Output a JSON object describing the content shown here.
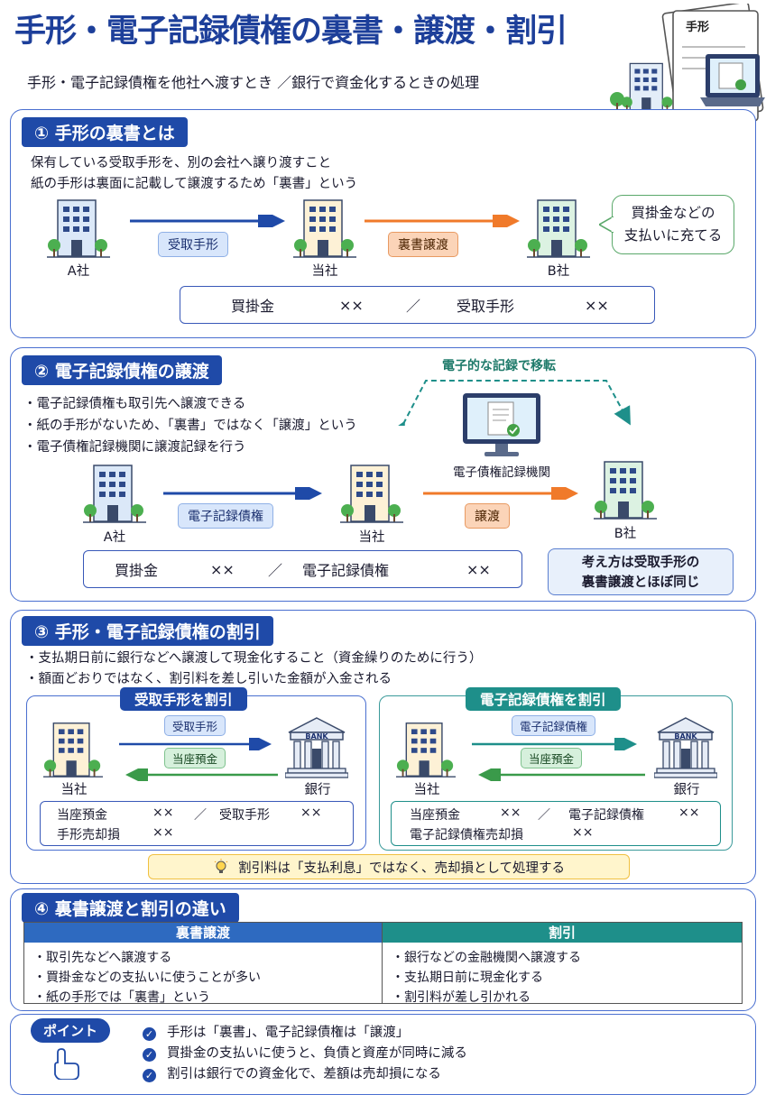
{
  "header": {
    "title": "手形・電子記録債権の裏書・譲渡・割引",
    "subtitle": "手形・電子記録債権を他社へ渡すとき ／銀行で資金化するときの処理",
    "illustration_label": "手形"
  },
  "section1": {
    "heading": "① 手形の裏書とは",
    "lines": [
      "保有している受取手形を、別の会社へ譲り渡すこと",
      "紙の手形は裏面に記載して譲渡するため「裏書」という"
    ],
    "company_a": "A社",
    "company_self": "当社",
    "company_b": "B社",
    "arrow1_label": "受取手形",
    "arrow2_label": "裏書譲渡",
    "bubble_line1": "買掛金などの",
    "bubble_line2": "支払いに充てる",
    "entry_debit": "買掛金",
    "entry_debit_amt": "××",
    "entry_sep": "／",
    "entry_credit": "受取手形",
    "entry_credit_amt": "××"
  },
  "section2": {
    "heading": "② 電子記録債権の譲渡",
    "bullets": [
      "・電子記録債権も取引先へ譲渡できる",
      "・紙の手形がないため、「裏書」ではなく「譲渡」という",
      "・電子債権記録機関に譲渡記録を行う"
    ],
    "transfer_label": "電子的な記録で移転",
    "institution_label": "電子債権記録機関",
    "company_a": "A社",
    "company_self": "当社",
    "company_b": "B社",
    "arrow1_label": "電子記録債権",
    "arrow2_label": "譲渡",
    "entry_debit": "買掛金",
    "entry_debit_amt": "××",
    "entry_sep": "／",
    "entry_credit": "電子記録債権",
    "entry_credit_amt": "××",
    "note_line1": "考え方は受取手形の",
    "note_line2": "裏書譲渡とほぼ同じ"
  },
  "section3": {
    "heading": "③ 手形・電子記録債権の割引",
    "bullets": [
      "・支払期日前に銀行などへ譲渡して現金化すること（資金繰りのために行う）",
      "・額面どおりではなく、割引料を差し引いた金額が入金される"
    ],
    "left": {
      "heading": "受取手形を割引",
      "company": "当社",
      "bank": "銀行",
      "bank_sign": "BANK",
      "arrow_out": "受取手形",
      "arrow_in": "当座預金",
      "line1_a": "当座預金",
      "line1_amt": "××",
      "line1_sep": "／",
      "line1_b": "受取手形",
      "line1_bamt": "××",
      "line2_a": "手形売却損",
      "line2_amt": "××"
    },
    "right": {
      "heading": "電子記録債権を割引",
      "company": "当社",
      "bank": "銀行",
      "bank_sign": "BANK",
      "arrow_out": "電子記録債権",
      "arrow_in": "当座預金",
      "line1_a": "当座預金",
      "line1_amt": "××",
      "line1_sep": "／",
      "line1_b": "電子記録債権",
      "line1_bamt": "××",
      "line2_a": "電子記録債権売却損",
      "line2_amt": "××"
    },
    "tip": "割引料は「支払利息」ではなく、売却損として処理する"
  },
  "section4": {
    "heading": "④ 裏書譲渡と割引の違い",
    "col1_head": "裏書譲渡",
    "col1": [
      "・取引先などへ譲渡する",
      "・買掛金などの支払いに使うことが多い",
      "・紙の手形では「裏書」という"
    ],
    "col2_head": "割引",
    "col2": [
      "・銀行などの金融機関へ譲渡する",
      "・支払期日前に現金化する",
      "・割引料が差し引かれる"
    ]
  },
  "points": {
    "badge": "ポイント",
    "items": [
      "手形は「裏書」、電子記録債権は「譲渡」",
      "買掛金の支払いに使うと、負債と資産が同時に減る",
      "割引は銀行での資金化で、差額は売却損になる"
    ]
  },
  "colors": {
    "primary": "#1f4aa8",
    "orange": "#f07a2a",
    "green": "#3a9a4a",
    "teal": "#1e8f8a"
  }
}
